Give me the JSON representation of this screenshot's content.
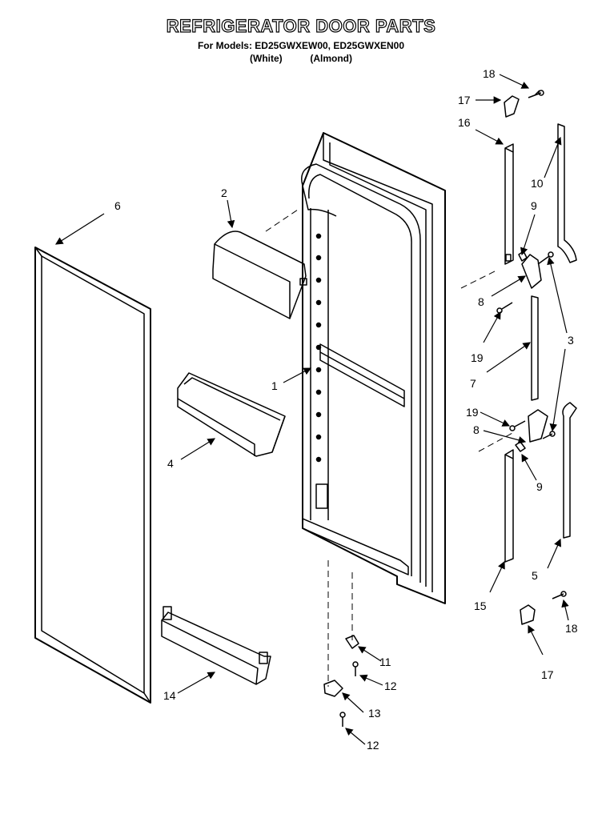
{
  "header": {
    "title": "REFRIGERATOR DOOR PARTS",
    "models_line": "For Models: ED25GWXEW00, ED25GWXEN00",
    "variant_white": "(White)",
    "variant_almond": "(Almond)"
  },
  "callouts": [
    "18",
    "17",
    "16",
    "10",
    "2",
    "6",
    "9",
    "8",
    "3",
    "19",
    "7",
    "1",
    "19",
    "8",
    "4",
    "9",
    "15",
    "5",
    "18",
    "11",
    "12",
    "13",
    "12",
    "14",
    "17"
  ],
  "colors": {
    "line": "#000000",
    "background": "#ffffff"
  }
}
